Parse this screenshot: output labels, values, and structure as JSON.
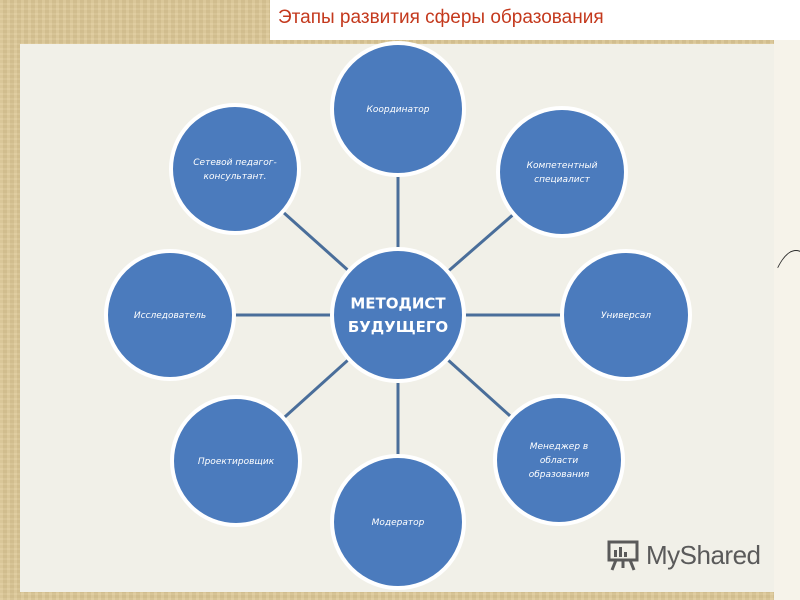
{
  "header": {
    "title": "Этапы развития сферы образования"
  },
  "diagram": {
    "center": {
      "lines": [
        "МЕТОДИСТ",
        "БУДУЩЕГО"
      ]
    },
    "nodes": [
      {
        "id": "koordinator",
        "lines": [
          "Координатор"
        ]
      },
      {
        "id": "kompetentnyi",
        "lines": [
          "Компетентный",
          "специалист"
        ]
      },
      {
        "id": "universal",
        "lines": [
          "Универсал"
        ]
      },
      {
        "id": "menedzher",
        "lines": [
          "Менеджер в",
          "области",
          "образования"
        ]
      },
      {
        "id": "moderator",
        "lines": [
          "Модератор"
        ]
      },
      {
        "id": "proektirovshchik",
        "lines": [
          "Проектировщик"
        ]
      },
      {
        "id": "issledovatel",
        "lines": [
          "Исследователь"
        ]
      },
      {
        "id": "setevoi",
        "lines": [
          "Сетевой педагог-",
          "консультант."
        ]
      }
    ]
  },
  "watermark": {
    "text": "MyShared",
    "icon": "presentation-board-icon"
  },
  "colors": {
    "node_fill": "#4b7bbd",
    "node_stroke": "#ffffff",
    "connector": "#4a6e9a",
    "title": "#c4391d"
  }
}
